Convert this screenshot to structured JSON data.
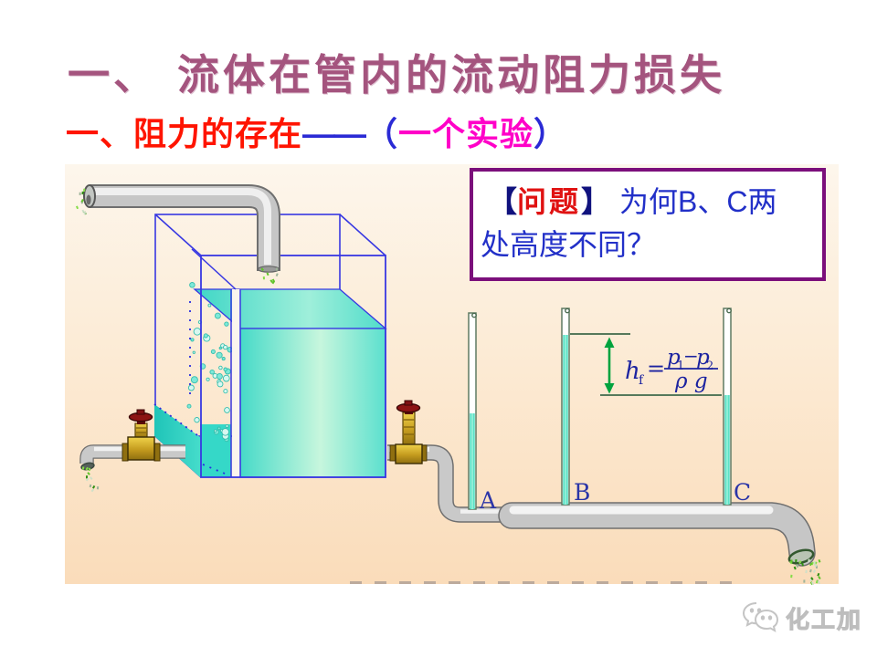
{
  "slide": {
    "title": "一、 流体在管内的流动阻力损失",
    "subtitle": {
      "lead": "一、阻力的存在",
      "dash": "——",
      "paren_open": "（",
      "emphasis": "一个实验",
      "paren_close": "）"
    }
  },
  "question_box": {
    "bracket_open": "【",
    "keyword": "问题",
    "bracket_close": "】",
    "line1": "为何B、C两",
    "line2": "处高度不同？"
  },
  "diagram": {
    "tube_labels": {
      "a": "A",
      "b": "B",
      "c": "C"
    },
    "formula": {
      "lhs": "h",
      "lhs_sub": "f",
      "equals": "=",
      "num_p1": "p",
      "num_sub1": "1",
      "num_minus": "−",
      "num_p2": "p",
      "num_sub2": "2",
      "denominator": "ρ g"
    }
  },
  "footer": {
    "brand": "化工加"
  },
  "colors": {
    "title_rose": "#A4547E",
    "subtitle_red": "#FF1400",
    "emphasis_magenta": "#FF00C8",
    "dash_blue": "#2A2AD5",
    "question_border_purple": "#7B0F7B",
    "question_text_blue": "#2230C8",
    "keyword_red": "#E01212",
    "wireframe_blue": "#3838E2",
    "water_cyan": "#46DAC8",
    "tube_water_green": "#2FD8B8",
    "annotation_navy": "#1C23A0",
    "ref_line_green": "#56795B",
    "arrow_green": "#00A33E",
    "pipe_gray": "#C6C6C6",
    "brass_gold": "#C49B1E",
    "handwheel_red": "#8C1414"
  }
}
